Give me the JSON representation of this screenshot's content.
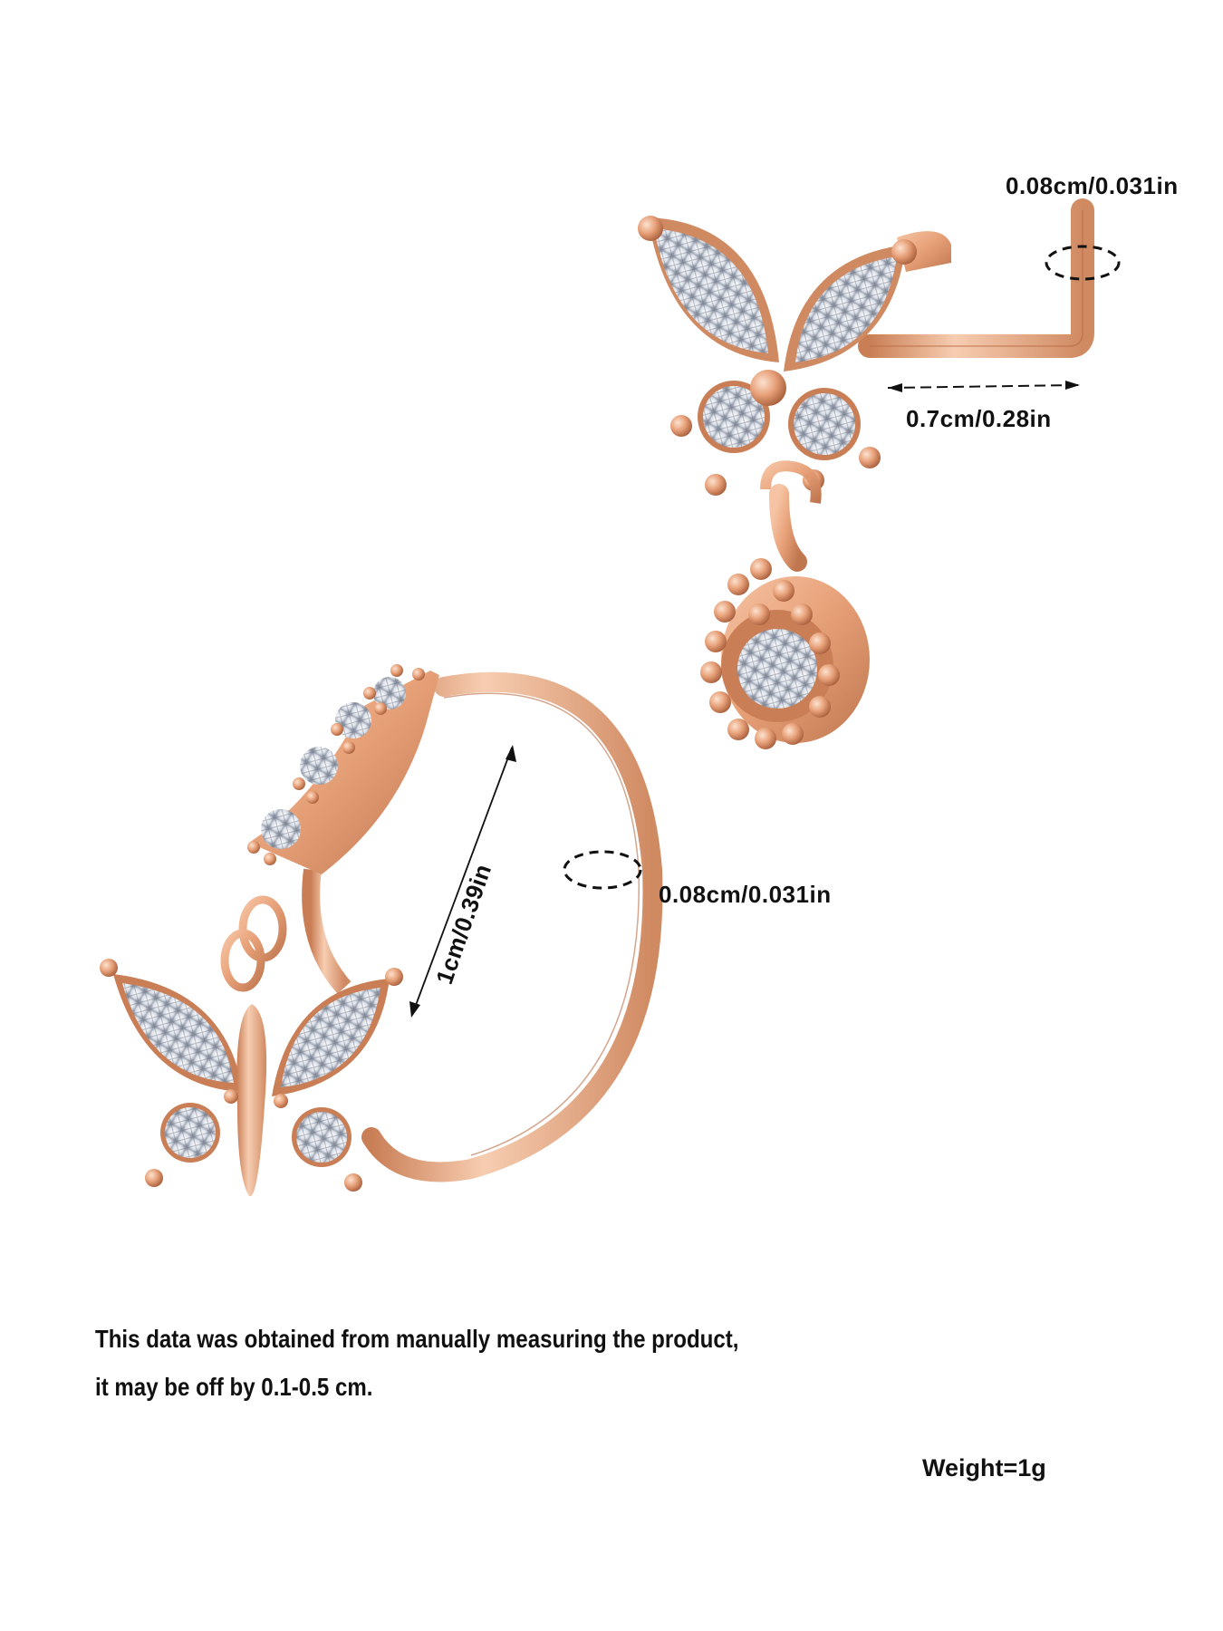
{
  "product": {
    "description": "Rose gold butterfly nose jewelry: L-shaped nose stud with dangling halo charm and hoop nose ring with dangling butterfly",
    "metal_color": "#E8A27A",
    "metal_shadow": "#B86A45",
    "metal_highlight": "#FBD6BE",
    "stone_color": "#E6EAF0"
  },
  "measurements": {
    "stud_wire_thickness": "0.08cm/0.031in",
    "stud_post_length": "0.7cm/0.28in",
    "ring_diameter": "1cm/0.39in",
    "ring_wire_thickness": "0.08cm/0.031in"
  },
  "notes": {
    "line1": "This data was obtained from manually measuring the product,",
    "line2": "it may be off by 0.1-0.5 cm."
  },
  "weight": "Weight=1g"
}
